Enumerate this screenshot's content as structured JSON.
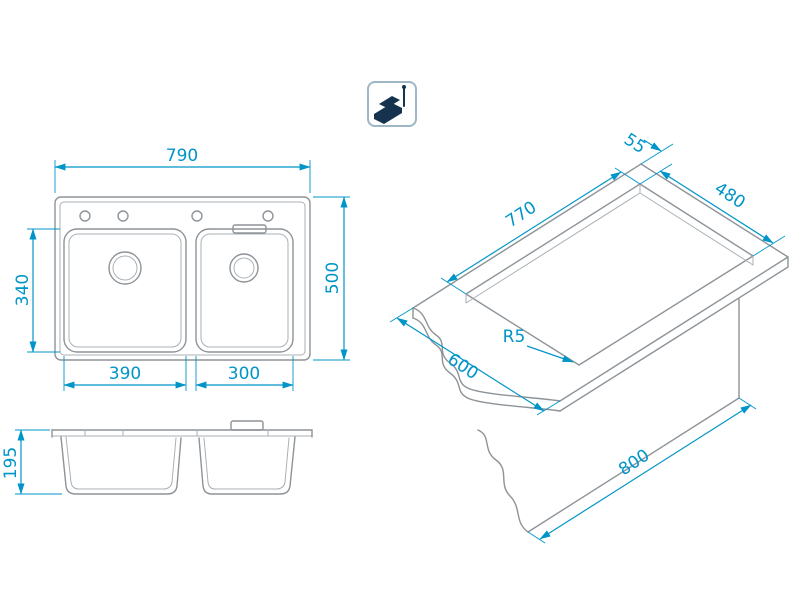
{
  "colors": {
    "accent": "#0095c8",
    "drawing_line": "#8d9398",
    "icon": "#15334e",
    "background": "#ffffff"
  },
  "views": {
    "plan": {
      "dims": {
        "overall_width": "790",
        "overall_depth": "500",
        "bowl_depth": "340",
        "left_bowl_width": "390",
        "right_bowl_width": "300"
      }
    },
    "section": {
      "dims": {
        "bowl_height": "195"
      }
    },
    "isometric": {
      "dims": {
        "rear_offset": "55",
        "cutout_width": "480",
        "cutout_length": "770",
        "worktop_depth": "600",
        "corner_radius": "R5",
        "cabinet_width": "800"
      }
    }
  }
}
